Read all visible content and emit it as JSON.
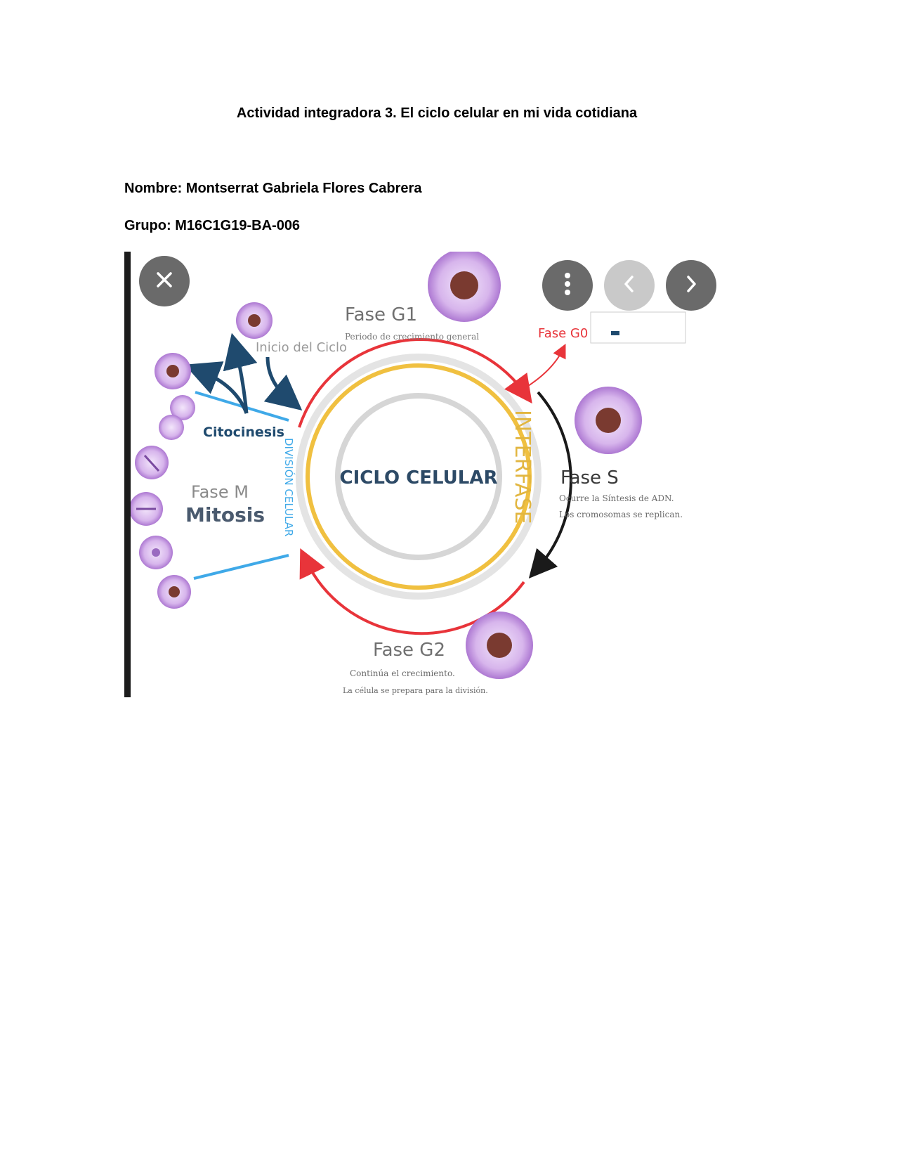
{
  "document": {
    "title": "Actividad integradora 3. El ciclo celular en mi vida cotidiana",
    "name_line": "Nombre: Montserrat Gabriela Flores Cabrera",
    "group_line": "Grupo: M16C1G19-BA-006"
  },
  "diagram": {
    "center": "CICLO CELULAR",
    "interfase": "INTERFASE",
    "division": "DIVISIÓN CELULAR",
    "start": "Inicio del Ciclo",
    "cytokinesis": "Citocinesis",
    "phase_m": "Fase M",
    "mitosis": "Mitosis",
    "g1_title": "Fase G1",
    "g1_desc": "Periodo de crecimiento general",
    "g0": "Fase G0",
    "s_title": "Fase S",
    "s_desc1": "Ocurre la Síntesis de ADN.",
    "s_desc2": "Los cromosomas se replican.",
    "g2_title": "Fase G2",
    "g2_desc1": "Continúa el crecimiento.",
    "g2_desc2": "La célula se prepara para la división."
  },
  "viewer_controls": {
    "close": "close-icon",
    "more": "more-vertical-icon",
    "prev": "chevron-left-icon",
    "next": "chevron-right-icon"
  },
  "colors": {
    "red_arrow": "#e8343a",
    "yellow_ring": "#f0c040",
    "gray_ring": "#d6d6d6",
    "cell": "#b884d8",
    "nucleus": "#7a3a30",
    "navy": "#1f4a6e",
    "blue_line": "#3fa9e8"
  }
}
